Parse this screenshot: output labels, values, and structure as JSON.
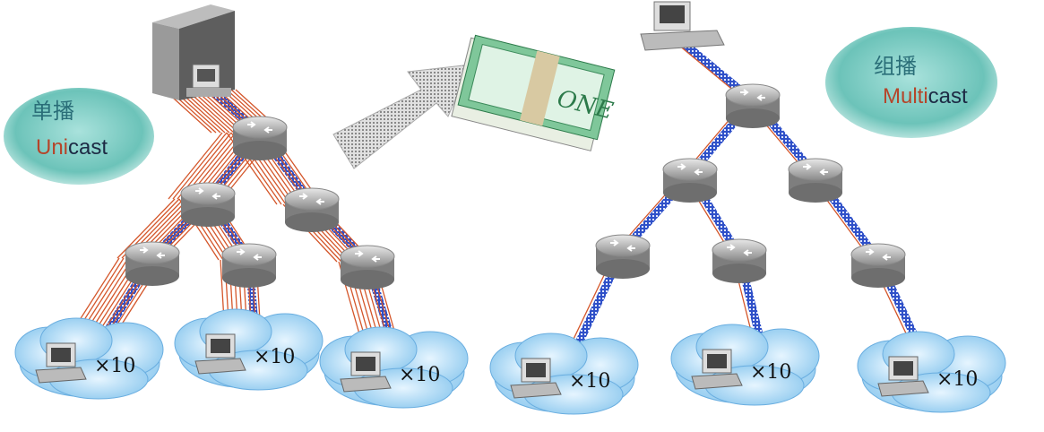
{
  "unicast": {
    "title_cn": "单播",
    "label_accent": "Uni",
    "label_rest": "cast"
  },
  "multicast": {
    "title_cn": "组播",
    "label_accent": "Multi",
    "label_rest": "cast"
  },
  "money_text": "ONE",
  "cloud_count_label": "×10",
  "colors": {
    "bubble": "#7ccdc4",
    "accent": "#b5452a",
    "link_blue": "#2f50c8",
    "link_red": "#d4562a",
    "cloud": "#bfe3f7"
  }
}
